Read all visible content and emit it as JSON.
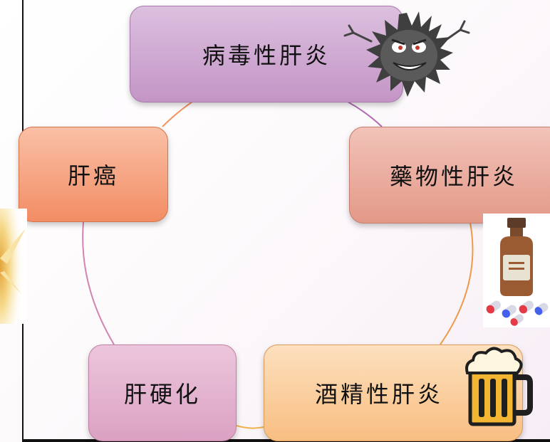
{
  "diagram": {
    "nodes": [
      {
        "id": "viral",
        "label": "病毒性肝炎"
      },
      {
        "id": "drug",
        "label": "藥物性肝炎"
      },
      {
        "id": "alcohol",
        "label": "酒精性肝炎"
      },
      {
        "id": "cirrhosis",
        "label": "肝硬化"
      },
      {
        "id": "cancer",
        "label": "肝癌"
      }
    ],
    "connectors": [
      {
        "from": "viral",
        "to": "drug",
        "color": "#b06fb1"
      },
      {
        "from": "drug",
        "to": "alcohol",
        "color": "#ee9a4a"
      },
      {
        "from": "alcohol",
        "to": "cirrhosis",
        "color": "#f2b24d"
      },
      {
        "from": "cirrhosis",
        "to": "cancer",
        "color": "#d285b2"
      },
      {
        "from": "cancer",
        "to": "viral",
        "color": "#f2935f"
      }
    ],
    "icons": [
      "germ-icon",
      "medicine-bottle-icon",
      "pills-icon",
      "beer-mug-icon",
      "light-burst-icon"
    ]
  }
}
